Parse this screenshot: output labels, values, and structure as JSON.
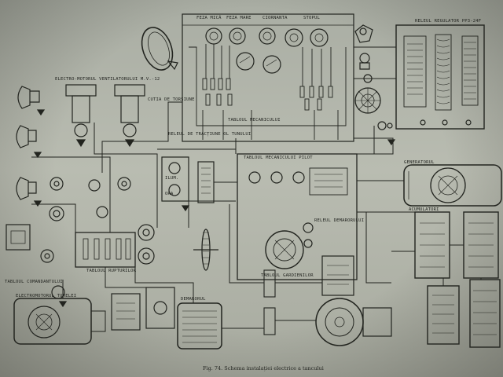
{
  "caption": "Fig. 74. Schema instalației electrice a tancului",
  "labels": {
    "feza_mica": "Feza mică",
    "feza_mare": "Feza mare",
    "ciornanta": "Ciornanta",
    "stopul": "Stopul",
    "releul_regulator": "Releul regulator PP3-24F",
    "electromotorul_ventilatorului": "Electro-motorul ventilatorului M.V.-12",
    "cutia_de_torsiune": "Cutia de torsiune",
    "tabloul_mecanicului": "Tabloul mecanicului",
    "releul_de_tractiune": "Releul de tracțiune ol tunului",
    "tabloul_mecanicului_pilot": "Tabloul mecanicului pilot",
    "tabloul_rupturilor": "Tabloul rupturilor",
    "tabloul_gardienilor": "Tabloul gardienilor",
    "tabloul_comandantului": "Tabloul comandantului",
    "generatorul": "Generatorul",
    "electromotorul_turelei": "Electromotorul turelei",
    "demarorul": "Demarorul",
    "releul_demarorului": "Releul demarorului",
    "acumulatori": "Acumulatori",
    "ilum": "Ilum.",
    "ora": "Ora"
  }
}
